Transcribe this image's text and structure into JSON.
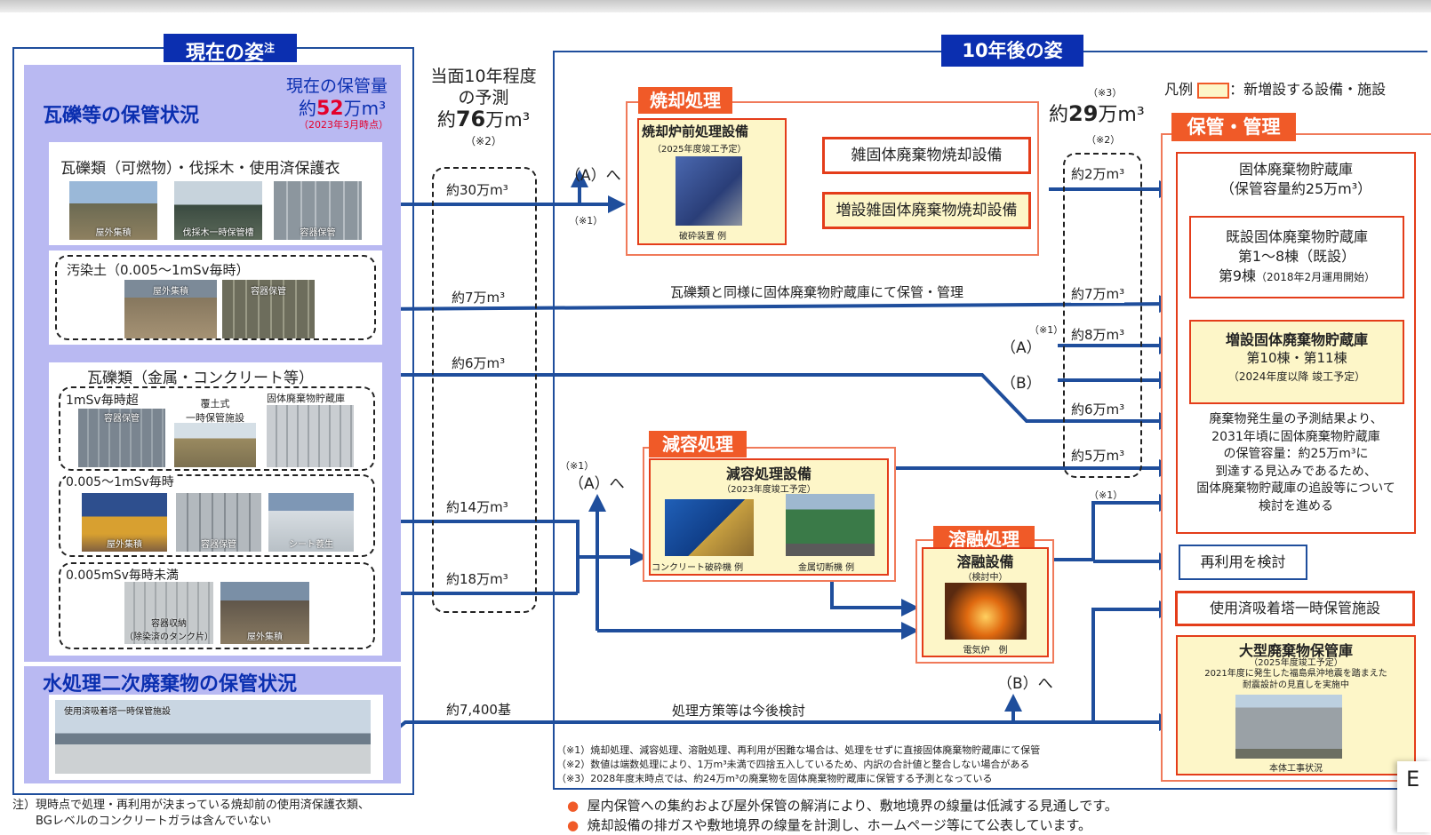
{
  "current": {
    "header": "現在の姿",
    "header_note": "注",
    "storage_title": "瓦礫等の保管状況",
    "volume_label": "現在の保管量",
    "volume_prefix": "約",
    "volume_num": "52",
    "volume_unit": "万m³",
    "volume_date": "（2023年3月時点）",
    "cat1_title": "瓦礫類（可燃物）・伐採木・使用済保護衣",
    "cat1_photos": [
      "屋外集積",
      "伐採木一時保管槽",
      "容器保管"
    ],
    "cat2_title": "汚染土（0.005～1mSv毎時）",
    "cat2_photos": [
      "屋外集積",
      "容器保管"
    ],
    "cat3_title": "瓦礫類（金属・コンクリート等）",
    "cat3a_title": "1mSv毎時超",
    "cat3a_photos": [
      "容器保管",
      "覆土式\n一時保管施設",
      "固体廃棄物貯蔵庫"
    ],
    "cat3b_title": "0.005～1mSv毎時",
    "cat3b_photos": [
      "屋外集積",
      "容器保管",
      "シート養生"
    ],
    "cat3c_title": "0.005mSv毎時未満",
    "cat3c_photos": [
      "容器収納\n（除染済のタンク片）",
      "屋外集積"
    ],
    "water_title": "水処理二次廃棄物の保管状況",
    "water_photo": "使用済吸着塔一時保管施設",
    "footnote": "注）現時点で処理・再利用が決まっている焼却前の使用済保護衣類、\n　　BGレベルのコンクリートガラは含んでいない"
  },
  "forecast": {
    "title_line1": "当面10年程度",
    "title_line2": "の予測",
    "total_prefix": "約",
    "total_num": "76",
    "total_unit": "万m³",
    "total_note": "（※2）",
    "v1": "約30万m³",
    "v2": "約7万m³",
    "v3": "約6万m³",
    "v4": "約14万m³",
    "v5": "約18万m³",
    "v6": "約7,400基"
  },
  "future": {
    "header": "10年後の姿",
    "legend_prefix": "凡例",
    "legend_text": "：新増設する設備・施設",
    "incin_label": "焼却処理",
    "incin_title": "焼却炉前処理設備",
    "incin_sub": "（2025年度竣工予定）",
    "incin_photo": "破砕装置 例",
    "incin_a": "雑固体廃棄物焼却設備",
    "incin_b": "増設雑固体廃棄物焼却設備",
    "total_note_top": "（※3）",
    "total_prefix": "約",
    "total_num": "29",
    "total_unit": "万m³",
    "col_note": "（※2）",
    "fv1": "約2万m³",
    "fv2": "約7万m³",
    "fv3_note": "（※1）",
    "fv3": "約8万m³",
    "fv4": "約6万m³",
    "fv5": "約5万m³",
    "route_text": "瓦礫類と同様に固体廃棄物貯蔵庫にて保管・管理",
    "a_to": "（A）へ",
    "a_note": "（※1）",
    "a_label": "（A）",
    "b_label": "（B）",
    "a2_note": "（※1）",
    "a2_to": "（A）へ",
    "b_to": "（B）へ",
    "vol_label": "減容処理",
    "vol_title": "減容処理設備",
    "vol_sub": "（2023年度竣工予定）",
    "vol_photo1": "コンクリート破砕機 例",
    "vol_photo2": "金属切断機 例",
    "melt_label": "溶融処理",
    "melt_title": "溶融設備",
    "melt_sub": "（検討中）",
    "melt_photo": "電気炉　例",
    "water_text": "処理方策等は今後検討",
    "mgmt_label": "保管・管理",
    "store1_l1": "固体廃棄物貯蔵庫",
    "store1_l2": "（保管容量約25万m³）",
    "store2_l1": "既設固体廃棄物貯蔵庫",
    "store2_l2": "第1～8棟（既設）",
    "store2_l3a": "第9棟",
    "store2_l3b": "（2018年2月運用開始）",
    "store3_l1": "増設固体廃棄物貯蔵庫",
    "store3_l2": "第10棟・第11棟",
    "store3_l3": "（2024年度以降 竣工予定）",
    "mgmt_text": "廃棄物発生量の予測結果より、\n2031年頃に固体廃棄物貯蔵庫\nの保管容量：約25万m³に\n到達する見込みであるため、\n固体廃棄物貯蔵庫の追設等について\n検討を進める",
    "reuse_note": "（※1）",
    "reuse": "再利用を検討",
    "adsorb": "使用済吸着塔一時保管施設",
    "large_title": "大型廃棄物保管庫",
    "large_sub": "（2025年度竣工予定）",
    "large_desc": "2021年度に発生した福島県沖地震を踏まえた\n耐震設計の見直しを実施中",
    "large_photo": "本体工事状況",
    "note1": "（※1）焼却処理、減容処理、溶融処理、再利用が困難な場合は、処理をせずに直接固体廃棄物貯蔵庫にて保管",
    "note2": "（※2）数値は端数処理により、1万m³未満で四捨五入しているため、内訳の合計値と整合しない場合がある",
    "note3": "（※3）2028年度末時点では、約24万m³の廃棄物を固体廃棄物貯蔵庫に保管する予測となっている",
    "bullet1": "屋内保管への集約および屋外保管の解消により、敷地境界の線量は低減する見通しです。",
    "bullet2": "焼却設備の排ガスや敷地境界の線量を計測し、ホームページ等にて公表しています。",
    "corner": "E"
  },
  "colors": {
    "navy": "#0b2fb0",
    "line": "#1f4e9c",
    "lavender": "#b9b9f2",
    "orange": "#f05a28",
    "red": "#e43d1a",
    "cream": "#fdf6c8"
  }
}
